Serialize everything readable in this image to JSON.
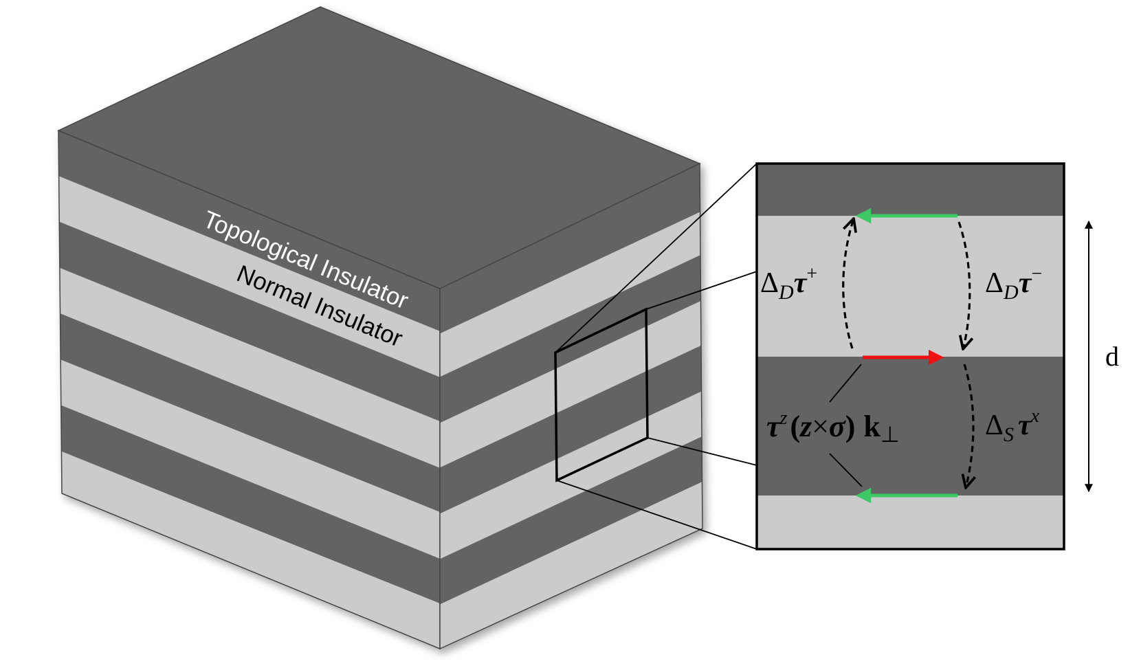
{
  "labels": {
    "topological": "Topological Insulator",
    "normal": "Normal Insulator",
    "d": "d"
  },
  "terms": {
    "left_coupling": {
      "sym": "Δ",
      "sub": "D",
      "tau": "τ",
      "sup": "+"
    },
    "right_coupling": {
      "sym": "Δ",
      "sub": "D",
      "tau": "τ",
      "sup": "−"
    },
    "interlayer": {
      "sym": "Δ",
      "sub": "S",
      "tau": "τ",
      "sup": "x"
    },
    "surface": {
      "tau": "τ",
      "sup": "z",
      "open": "(",
      "z": "z",
      "cross": "×",
      "sigma": "σ",
      "close": ")",
      "k": "k",
      "perp": "⊥"
    }
  },
  "colors": {
    "dark_layer": "#636363",
    "light_layer": "#cbcbcb",
    "outline": "#000000",
    "green_arrow": "#3cc864",
    "red_arrow": "#ee1111"
  }
}
